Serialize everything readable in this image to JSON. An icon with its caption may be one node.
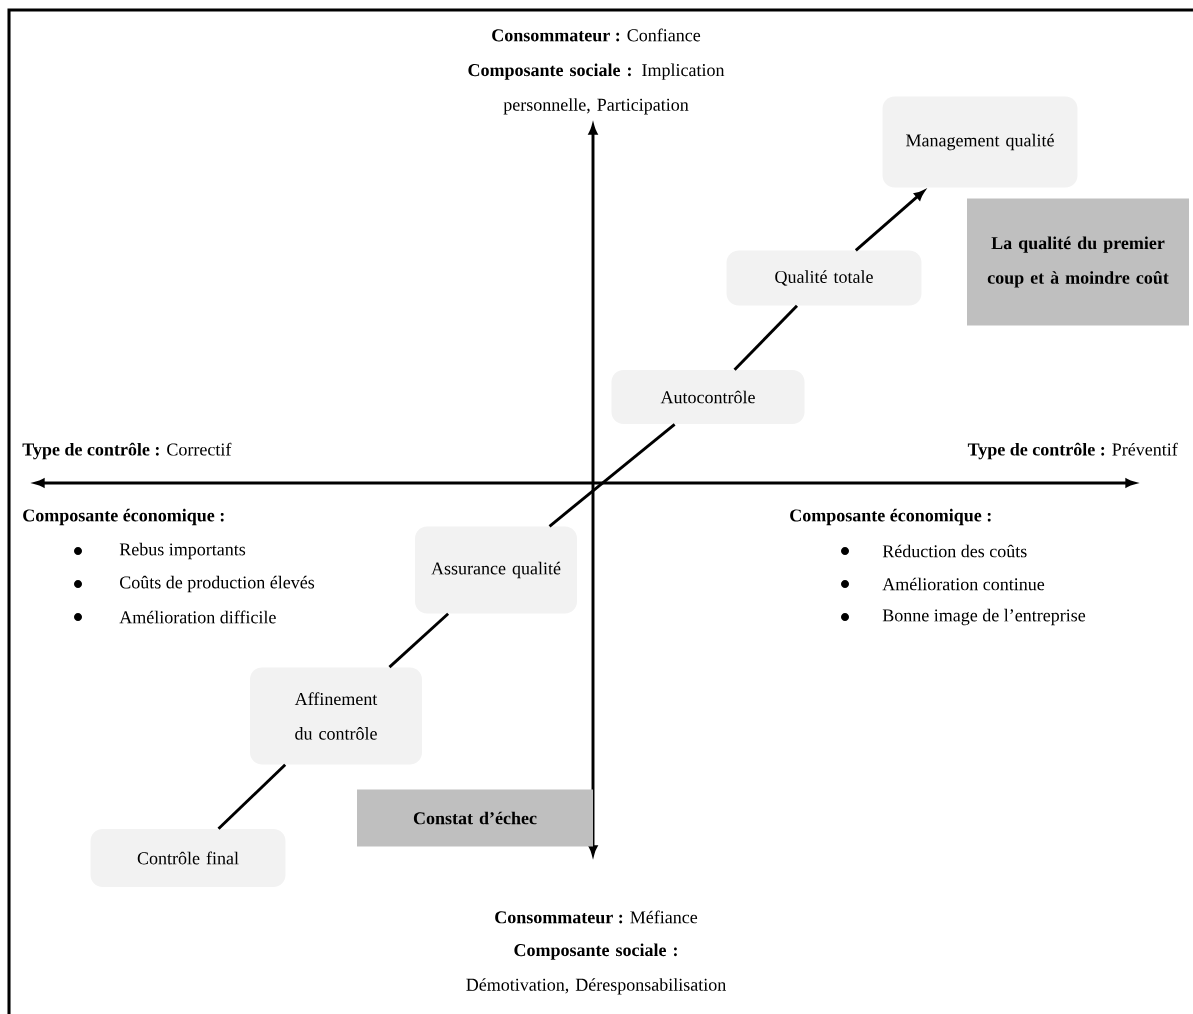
{
  "diagram": {
    "nodes": [
      {
        "text": [
          "Management qualité"
        ]
      },
      {
        "text": [
          "La qualité du premier coup et à moindre coût"
        ]
      },
      {
        "text": [
          "Qualité totale"
        ]
      },
      {
        "text": [
          "Autocontrôle"
        ]
      },
      {
        "text": [
          "Assurance qualité"
        ]
      },
      {
        "text": [
          "Affinement du contrôle"
        ]
      },
      {
        "text": [
          "Constat d’échec"
        ]
      },
      {
        "text": [
          "Contrôle final"
        ]
      }
    ],
    "edges": [
      {
        "from": 7,
        "to": 5,
        "arrow": "none"
      },
      {
        "from": 5,
        "to": 4,
        "arrow": "none"
      },
      {
        "from": 4,
        "to": 3,
        "arrow": "none"
      },
      {
        "from": 3,
        "to": 2,
        "arrow": "none"
      },
      {
        "from": 2,
        "to": 0,
        "arrow": "to"
      }
    ],
    "labels": [
      "**Consommateur :** Confiance",
      "**Composante sociale :** Implication personnelle, Participation",
      "**Type de contrôle :** Correctif",
      "**Type de contrôle :** Préventif",
      "**Composante économique :**",
      "Rebus importants",
      "Coûts de production élevés",
      "Amélioration difficile",
      "**Composante économique :**",
      "Réduction des coûts",
      "Amélioration continue",
      "Bonne image de l’entreprise",
      "**Consommateur :** Méfiance",
      "**Composante sociale :** Démotivation, Déresponsabilisation"
    ]
  }
}
